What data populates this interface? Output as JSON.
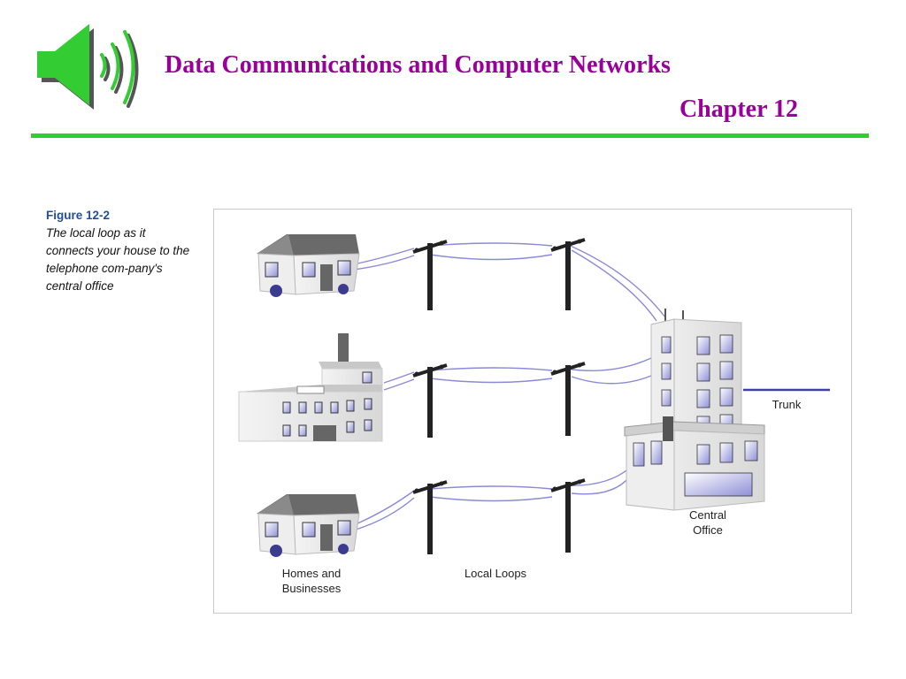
{
  "header": {
    "title": "Data Communications and Computer Networks",
    "subtitle": "Chapter 12",
    "speaker_icon": "speaker-sound-icon",
    "accent_color": "#990099",
    "rule_color": "#33cc33"
  },
  "caption": {
    "figure_number": "Figure 12-2",
    "text": "The local loop as it connects your house to the telephone com-pany's central office"
  },
  "diagram": {
    "labels": {
      "homes": "Homes and Businesses",
      "local_loops": "Local Loops",
      "central_office": "Central Office",
      "trunk": "Trunk"
    },
    "wire_color": "#7a7ad0"
  }
}
